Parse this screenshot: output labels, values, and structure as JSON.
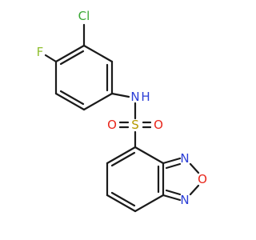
{
  "molecule": {
    "atoms": {
      "cl": {
        "symbol": "Cl",
        "color": "#3aa835"
      },
      "f": {
        "symbol": "F",
        "color": "#8fbf2f"
      },
      "n_amide": {
        "symbol": "N",
        "color": "#2b3ed6"
      },
      "h_amide": {
        "symbol": "H",
        "color": "#2b3ed6"
      },
      "s": {
        "symbol": "S",
        "color": "#b59a00"
      },
      "o_left": {
        "symbol": "O",
        "color": "#e8261b"
      },
      "o_right": {
        "symbol": "O",
        "color": "#e8261b"
      },
      "n_ring_top": {
        "symbol": "N",
        "color": "#2b3ed6"
      },
      "o_ring": {
        "symbol": "O",
        "color": "#e8261b"
      },
      "n_ring_bottom": {
        "symbol": "N",
        "color": "#2b3ed6"
      }
    },
    "bond_color": "#1a1a1a"
  }
}
